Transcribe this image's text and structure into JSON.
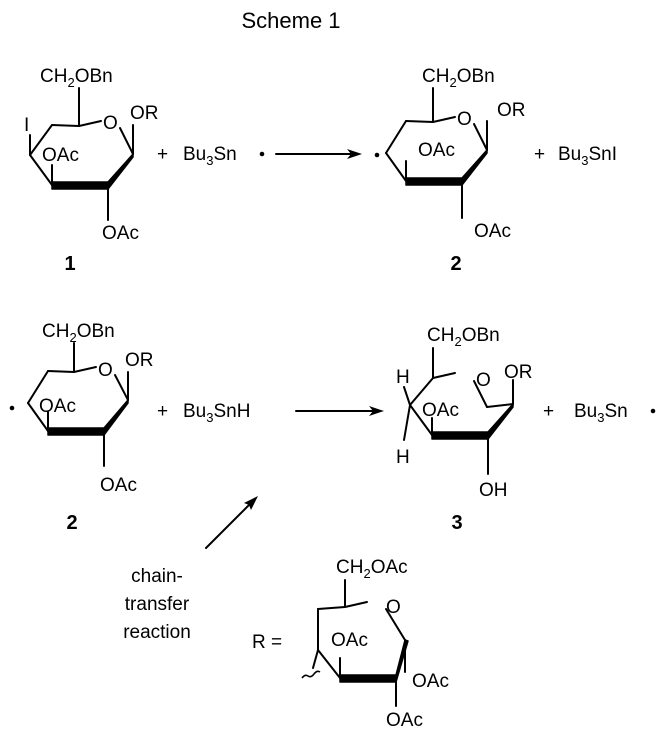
{
  "title": "Scheme 1",
  "molecules": {
    "m1": {
      "label": "1",
      "ch2": "CH",
      "ch2sub": "2",
      "ch2tail": "OBn",
      "ring_o": "O",
      "or": "OR",
      "oac_in": "OAc",
      "oac_out": "OAc",
      "iodo": "I"
    },
    "m2": {
      "label": "2",
      "ch2": "CH",
      "ch2sub": "2",
      "ch2tail": "OBn",
      "ring_o": "O",
      "or": "OR",
      "oac_in": "OAc",
      "oac_out": "OAc"
    },
    "m2b": {
      "label": "2",
      "ch2": "CH",
      "ch2sub": "2",
      "ch2tail": "OBn",
      "ring_o": "O",
      "or": "OR",
      "oac_in": "OAc",
      "oac_out": "OAc"
    },
    "m3": {
      "label": "3",
      "ch2": "CH",
      "ch2sub": "2",
      "ch2tail": "OBn",
      "ring_o": "O",
      "or": "OR",
      "oac_in": "OAc",
      "oh": "OH",
      "h_top": "H",
      "h_bot": "H"
    },
    "r": {
      "prefix": "R =",
      "ch2": "CH",
      "ch2sub": "2",
      "ch2tail": "OAc",
      "ring_o": "O",
      "oac_in": "OAc",
      "oac_c1": "OAc",
      "oac_c2": "OAc"
    }
  },
  "reagents": {
    "row1": {
      "plus1": "+",
      "bu": "Bu",
      "sub": "3",
      "sn": "Sn",
      "plus2": "+",
      "bu2": "Bu",
      "sub2": "3",
      "sni": "SnI"
    },
    "row2": {
      "plus1": "+",
      "bu": "Bu",
      "sub": "3",
      "snh": "SnH",
      "plus2": "+",
      "bu2": "Bu",
      "sub2": "3",
      "sn2": "Sn"
    }
  },
  "annotation": {
    "lines": [
      "chain-",
      "transfer",
      "reaction"
    ]
  }
}
